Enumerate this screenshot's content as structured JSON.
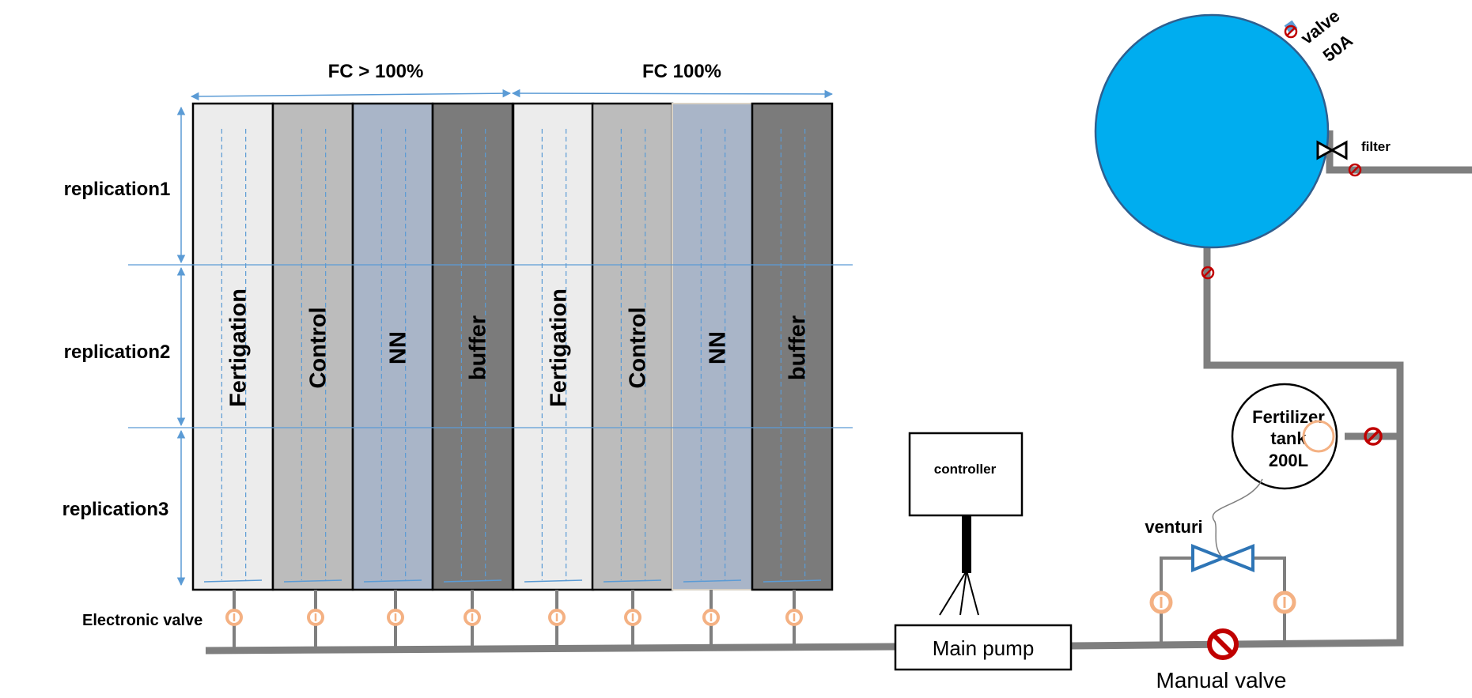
{
  "headers": {
    "fc_over": "FC > 100%",
    "fc_100": "FC 100%"
  },
  "replications": [
    "replication1",
    "replication2",
    "replication3"
  ],
  "plots": [
    {
      "label": "Fertigation",
      "color": "#ececec"
    },
    {
      "label": "Control",
      "color": "#bcbcbc"
    },
    {
      "label": "NN",
      "color": "#a9b5c8"
    },
    {
      "label": "buffer",
      "color": "#7b7b7b"
    },
    {
      "label": "Fertigation",
      "color": "#ececec"
    },
    {
      "label": "Control",
      "color": "#bcbcbc"
    },
    {
      "label": "NN",
      "color": "#a9b5c8"
    },
    {
      "label": "buffer",
      "color": "#7b7b7b"
    }
  ],
  "labels": {
    "electronic_valve": "Electronic valve",
    "controller": "controller",
    "main_pump": "Main pump",
    "manual_valve": "Manual valve",
    "venturi": "venturi",
    "fertilizer_tank": [
      "Fertilizer",
      "tank",
      "200L"
    ],
    "valve": "valve",
    "valve_size": "50A",
    "filter": "filter"
  },
  "colors": {
    "tank_water": "#00adef",
    "pipe": "#7f7f7f",
    "blue_line": "#5b9bd5",
    "valve_ring": "#f4b183",
    "stop_valve": "#c00000",
    "venturi": "#2e75b6"
  },
  "icons": [
    "electronic-valve-icon",
    "stop-valve-icon",
    "filter-valve-icon",
    "venturi-valve-icon"
  ]
}
